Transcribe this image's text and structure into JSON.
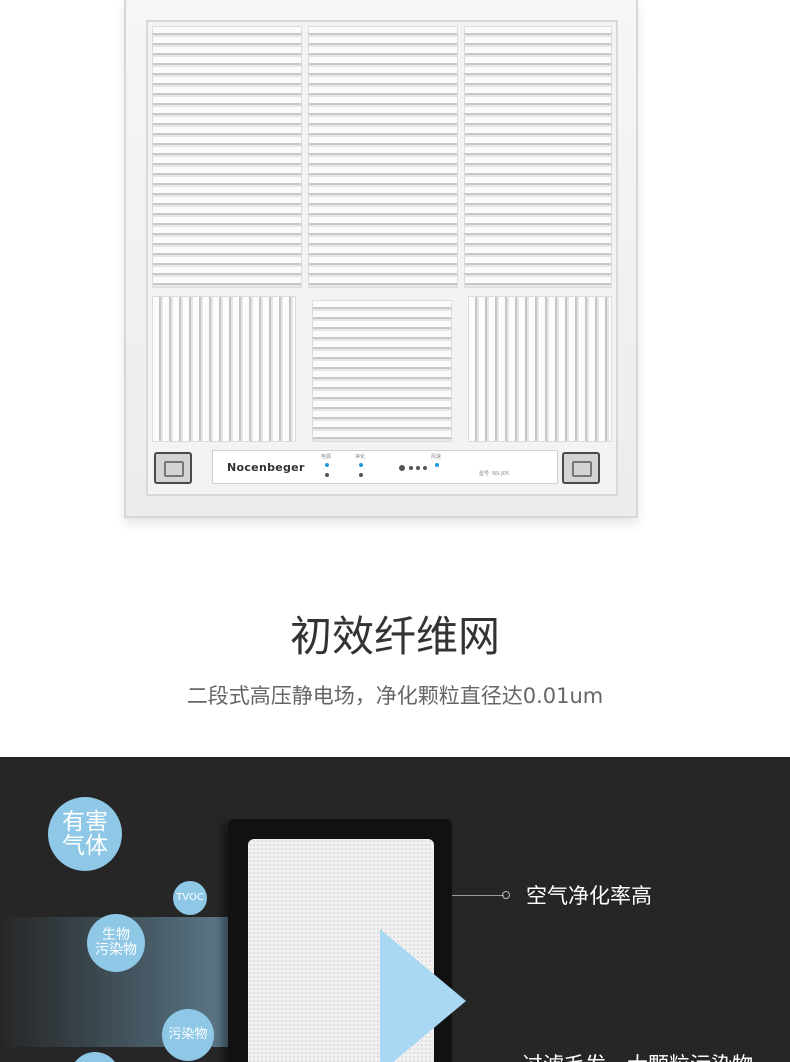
{
  "product": {
    "brand": "Nocenbeger",
    "control_labels": [
      "电源",
      "净化",
      "风速"
    ],
    "model_label": "型号: NS-J05"
  },
  "section": {
    "title": "初效纤维网",
    "subtitle": "二段式高压静电场，净化颗粒直径达0.01um"
  },
  "infographic": {
    "bubbles": [
      {
        "text": "有害\n气体",
        "color": "#8ec8e6"
      },
      {
        "text": "TVOC",
        "color": "#8ec8e6"
      },
      {
        "text": "生物\n污染物",
        "color": "#8ec8e6"
      },
      {
        "text": "污染物",
        "color": "#8ec8e6"
      }
    ],
    "feature_1": "空气净化率高",
    "feature_2": "过滤毛发、大颗粒污染物"
  }
}
